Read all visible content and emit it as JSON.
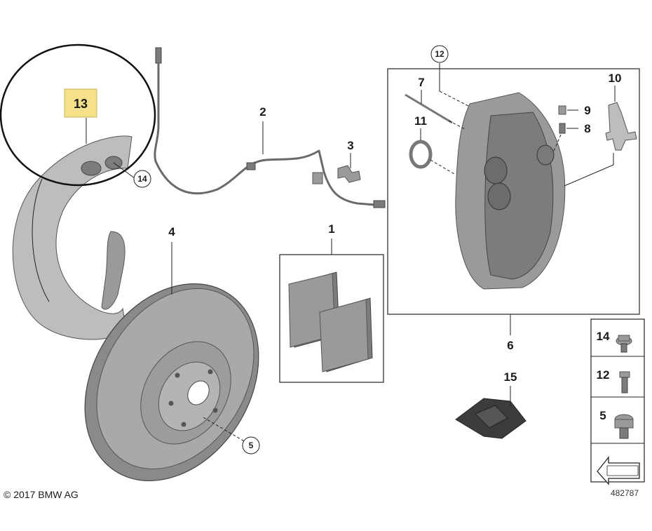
{
  "highlighted_part": "13",
  "colors": {
    "highlight": "#f4e18a",
    "callout_ring": "#111111",
    "part_metal": "#9a9a9c"
  },
  "labels": {
    "l13": "13",
    "l14c": "14",
    "l2": "2",
    "l3": "3",
    "l4": "4",
    "l5c": "5",
    "l1": "1",
    "l12c": "12",
    "l7": "7",
    "l11": "11",
    "l9": "9",
    "l8": "8",
    "l10": "10",
    "l6": "6",
    "l15": "15",
    "legend_14": "14",
    "legend_12": "12",
    "legend_5": "5"
  },
  "footer": {
    "copyright": "© 2017 BMW AG",
    "diagram_number": "482787"
  },
  "icons": [
    "arrow-icon"
  ]
}
